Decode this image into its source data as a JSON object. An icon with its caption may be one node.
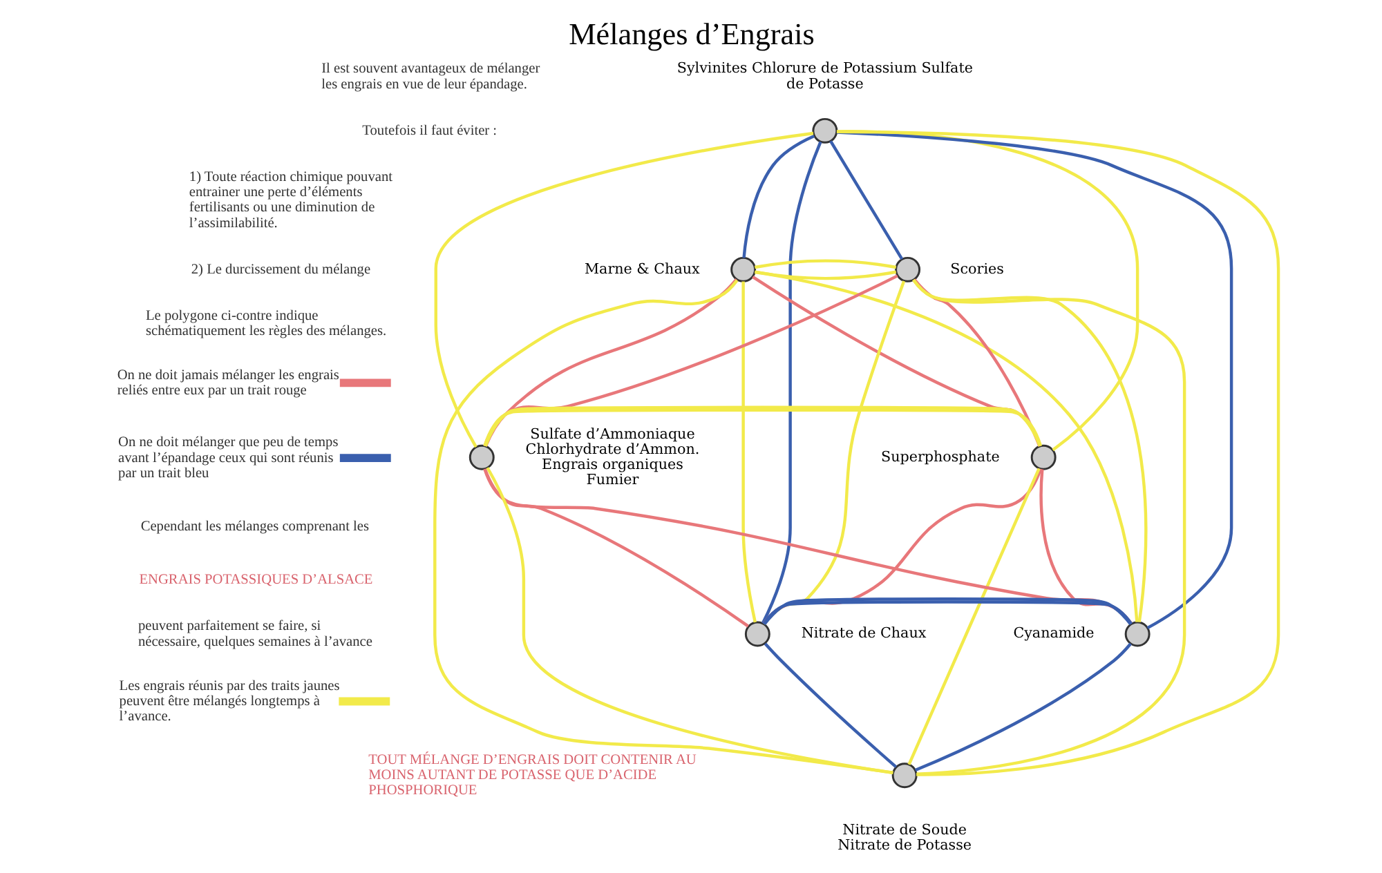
{
  "diagram": {
    "title": "Mélanges d’Engrais",
    "nodes": [
      {
        "text": [],
        "shape": "circle",
        "beside": [
          "Sylvinites Chlorure de Potassium Sulfate de Potasse"
        ]
      },
      {
        "text": [],
        "shape": "circle",
        "beside": [
          "Scories"
        ]
      },
      {
        "text": [],
        "shape": "circle",
        "beside": [
          "Sulfate d’Ammoniaque Chlorhydrate d’Ammon. Engrais organiques Fumier"
        ]
      },
      {
        "text": [],
        "shape": "circle",
        "beside": [
          "Nitrate de Chaux"
        ]
      },
      {
        "text": [],
        "shape": "circle",
        "beside": [
          "Nitrate de Soude Nitrate de Potasse"
        ]
      },
      {
        "text": [],
        "shape": "circle",
        "beside": [
          "Cyanamide"
        ]
      },
      {
        "text": [],
        "shape": "circle",
        "beside": [
          "Superphosphate"
        ]
      },
      {
        "text": [],
        "shape": "circle",
        "beside": [
          "Marne & Chaux"
        ]
      }
    ],
    "edges": [
      {
        "from": 0,
        "to": 7,
        "arrow": "none",
        "color": "#3a5fae"
      },
      {
        "from": 0,
        "to": 1,
        "arrow": "none",
        "color": "#3a5fae"
      },
      {
        "from": 0,
        "to": 5,
        "arrow": "none",
        "color": "#3a5fae"
      },
      {
        "from": 0,
        "to": 3,
        "arrow": "none",
        "color": "#3a5fae"
      },
      {
        "from": 5,
        "to": 3,
        "arrow": "none",
        "color": "#3a5fae"
      },
      {
        "from": 5,
        "to": 4,
        "arrow": "none",
        "color": "#3a5fae"
      },
      {
        "from": 3,
        "to": 4,
        "arrow": "none",
        "color": "#3a5fae"
      },
      {
        "from": 7,
        "to": 6,
        "arrow": "none",
        "color": "#e8777a"
      },
      {
        "from": 6,
        "to": 5,
        "arrow": "none",
        "color": "#e8777a"
      },
      {
        "from": 1,
        "to": 2,
        "arrow": "none",
        "color": "#e8777a"
      },
      {
        "from": 2,
        "to": 3,
        "arrow": "none",
        "color": "#e8777a"
      },
      {
        "from": 7,
        "to": 2,
        "arrow": "none",
        "color": "#e8777a"
      },
      {
        "from": 1,
        "to": 6,
        "arrow": "none",
        "color": "#e8777a"
      },
      {
        "from": 6,
        "to": 3,
        "arrow": "none",
        "color": "#e8777a"
      },
      {
        "from": 2,
        "to": 5,
        "arrow": "none",
        "color": "#e8777a"
      },
      {
        "from": 0,
        "to": 6,
        "arrow": "none"
      },
      {
        "from": 0,
        "to": 2,
        "arrow": "none"
      },
      {
        "from": 0,
        "to": 4,
        "arrow": "none"
      },
      {
        "from": 7,
        "to": 1,
        "arrow": "none"
      },
      {
        "from": 7,
        "to": 5,
        "arrow": "none"
      },
      {
        "from": 7,
        "to": 4,
        "arrow": "none"
      },
      {
        "from": 7,
        "to": 3,
        "arrow": "none"
      },
      {
        "from": 1,
        "to": 5,
        "arrow": "none"
      },
      {
        "from": 1,
        "to": 4,
        "arrow": "none"
      },
      {
        "from": 1,
        "to": 3,
        "arrow": "none"
      },
      {
        "from": 6,
        "to": 2,
        "arrow": "none"
      },
      {
        "from": 2,
        "to": 4,
        "arrow": "none"
      },
      {
        "from": 6,
        "to": 4,
        "arrow": "none"
      }
    ],
    "labels": [
      "Il est souvent avantageux de mélanger les engrais en vue de leur épandage.",
      "Toutefois il faut éviter :",
      "1) Toute réaction chimique pouvant entrainer une perte d’éléments fertilisants ou une diminution de l’assimilabilité.",
      "2) Le durcissement du mélange",
      "Le polygone ci-contre indique schématiquement les règles des mélanges.",
      "Cependant les mélanges comprenant les",
      "ENGRAIS POTASSIQUES D’ALSACE",
      "peuvent parfaitement se faire, si nécessaire, quelques semaines à l’avance",
      "TOUT MÉLANGE D’ENGRAIS DOIT CONTENIR AU MOINS AUTANT DE POTASSE QUE D’ACIDE PHOSPHORIQUE"
    ],
    "legend": [
      {
        "text": "On ne doit jamais mélanger les engrais reliés entre eux par un trait rouge",
        "color": "#e8777a"
      },
      {
        "text": "On ne doit mélanger que peu de temps avant l’épandage ceux qui sont réunis par un trait bleu",
        "color": "#3a5fae"
      },
      {
        "text": "Les engrais réunis par des traits jaunes peuvent être mélangés longtemps à l’avance.",
        "color": "#f2ea4a"
      }
    ]
  }
}
